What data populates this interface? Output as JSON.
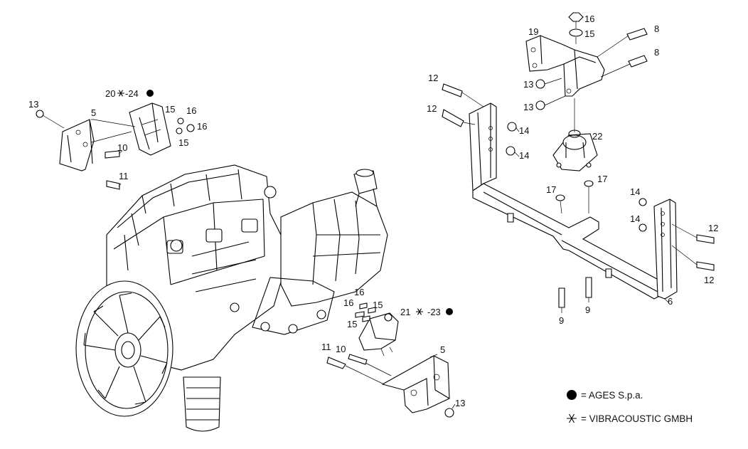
{
  "parts": [
    {
      "id": "p13a",
      "text": "13"
    },
    {
      "id": "p5a",
      "text": "5"
    },
    {
      "id": "p20",
      "text": "20"
    },
    {
      "id": "p24",
      "text": "-24"
    },
    {
      "id": "p15a",
      "text": "15"
    },
    {
      "id": "p16a",
      "text": "16"
    },
    {
      "id": "p16b",
      "text": "16"
    },
    {
      "id": "p15b",
      "text": "15"
    },
    {
      "id": "p10a",
      "text": "10"
    },
    {
      "id": "p11a",
      "text": "11"
    },
    {
      "id": "p16c",
      "text": "16"
    },
    {
      "id": "p16d",
      "text": "16"
    },
    {
      "id": "p15c",
      "text": "15"
    },
    {
      "id": "p15d",
      "text": "15"
    },
    {
      "id": "p21",
      "text": "21"
    },
    {
      "id": "p23",
      "text": "-23"
    },
    {
      "id": "p11b",
      "text": "11"
    },
    {
      "id": "p10b",
      "text": "10"
    },
    {
      "id": "p5b",
      "text": "5"
    },
    {
      "id": "p13b",
      "text": "13"
    },
    {
      "id": "p16e",
      "text": "16"
    },
    {
      "id": "p15e",
      "text": "15"
    },
    {
      "id": "p19",
      "text": "19"
    },
    {
      "id": "p8a",
      "text": "8"
    },
    {
      "id": "p8b",
      "text": "8"
    },
    {
      "id": "p13c",
      "text": "13"
    },
    {
      "id": "p13d",
      "text": "13"
    },
    {
      "id": "p12a",
      "text": "12"
    },
    {
      "id": "p12b",
      "text": "12"
    },
    {
      "id": "p14a",
      "text": "14"
    },
    {
      "id": "p14b",
      "text": "14"
    },
    {
      "id": "p22",
      "text": "22"
    },
    {
      "id": "p17a",
      "text": "17"
    },
    {
      "id": "p17b",
      "text": "17"
    },
    {
      "id": "p14c",
      "text": "14"
    },
    {
      "id": "p14d",
      "text": "14"
    },
    {
      "id": "p12c",
      "text": "12"
    },
    {
      "id": "p12d",
      "text": "12"
    },
    {
      "id": "p9a",
      "text": "9"
    },
    {
      "id": "p9b",
      "text": "9"
    },
    {
      "id": "p6",
      "text": "6"
    }
  ],
  "legend": {
    "ages": "= AGES S.p.a.",
    "vibra": "= VIBRACOUSTIC GMBH"
  },
  "icons": {
    "dot": "filled-dot-icon",
    "star": "asterisk-icon"
  },
  "colors": {
    "line": "#000000",
    "background": "#ffffff"
  }
}
